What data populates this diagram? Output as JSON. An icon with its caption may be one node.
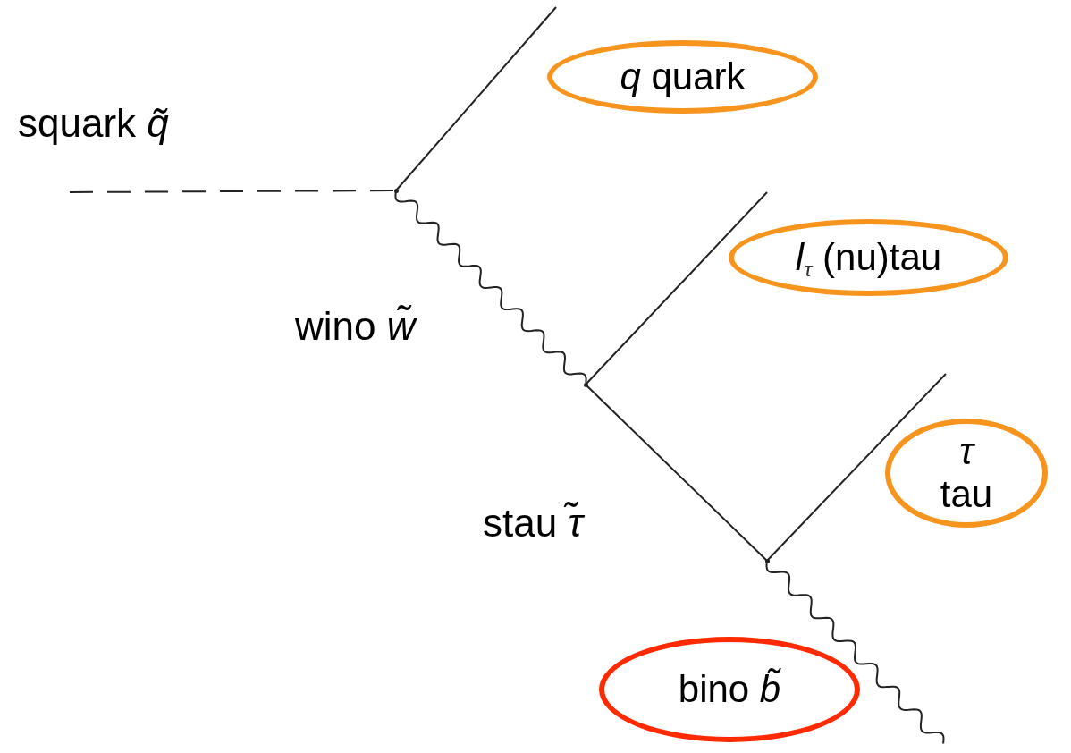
{
  "diagram": {
    "nodes": [
      {
        "text": [
          "*q* quark"
        ]
      },
      {
        "text": [],
        "shape": "dot"
      },
      {
        "text": [
          "*l*$_{τ}$ (nu)tau"
        ]
      },
      {
        "text": [],
        "shape": "dot"
      },
      {
        "text": [
          "*τ*",
          "tau"
        ]
      },
      {
        "text": [],
        "shape": "dot"
      },
      {
        "text": [
          "bino *b̃*"
        ]
      }
    ],
    "edges": [
      {
        "from": null,
        "to": 1,
        "arrow": "none",
        "style": "dashed",
        "label": "squark *q̃*"
      },
      {
        "from": 1,
        "to": null,
        "arrow": "none"
      },
      {
        "from": 1,
        "to": 3,
        "arrow": "none",
        "label": "wino *w̃*"
      },
      {
        "from": 3,
        "to": null,
        "arrow": "none"
      },
      {
        "from": 3,
        "to": 5,
        "arrow": "none",
        "label": "stau *τ̃*"
      },
      {
        "from": 5,
        "to": null,
        "arrow": "none"
      },
      {
        "from": 5,
        "to": null,
        "arrow": "none"
      }
    ]
  }
}
